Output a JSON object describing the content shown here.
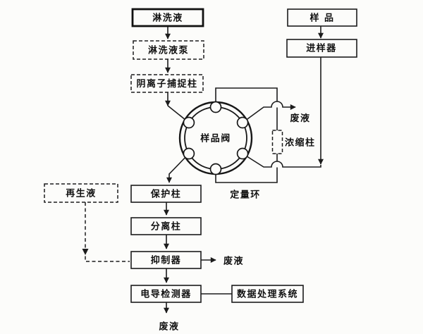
{
  "diagram": {
    "name": "ion-chromatography-system-flow-diagram",
    "boxes": {
      "eluent": {
        "label": "淋洗液"
      },
      "pump": {
        "label": "淋洗液泵"
      },
      "trap": {
        "label": "阴离子捕捉柱"
      },
      "sample": {
        "label": "样  品"
      },
      "injector": {
        "label": "进样器"
      },
      "guard": {
        "label": "保护柱"
      },
      "separation": {
        "label": "分离柱"
      },
      "suppressor": {
        "label": "抑制器"
      },
      "detector": {
        "label": "电导检测器"
      },
      "data_system": {
        "label": "数据处理系统"
      },
      "regenerant": {
        "label": "再生液"
      }
    },
    "labels": {
      "valve": "样品阀",
      "concentrator": "浓缩柱",
      "loop": "定量环",
      "waste_top": "废液",
      "waste_suppressor": "废液",
      "waste_bottom": "废液"
    },
    "colors": {
      "line": "#1c1c1c",
      "background": "#fcfcfa"
    }
  }
}
